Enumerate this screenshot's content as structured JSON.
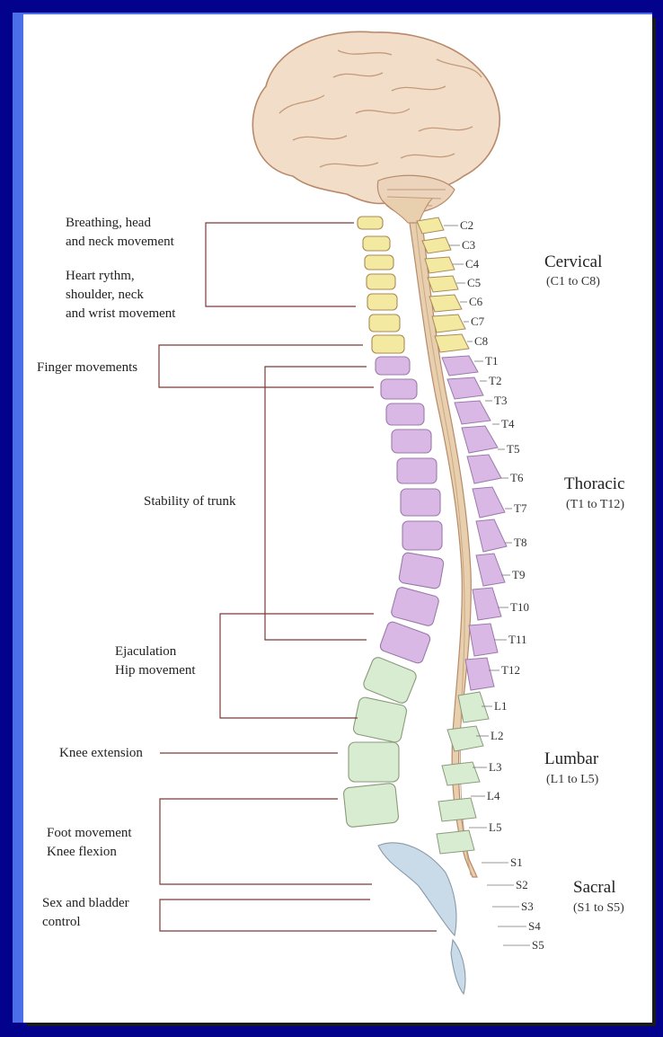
{
  "functions": {
    "breathing_1": "Breathing, head",
    "breathing_2": "and neck movement",
    "heart_1": "Heart rythm,",
    "heart_2": "shoulder, neck",
    "heart_3": "and wrist movement",
    "finger": "Finger movements",
    "stability": "Stability of trunk",
    "ejac_1": "Ejaculation",
    "ejac_2": "Hip movement",
    "knee_ext": "Knee extension",
    "foot_1": "Foot movement",
    "foot_2": "Knee flexion",
    "sex_1": "Sex and bladder",
    "sex_2": "control"
  },
  "regions": {
    "cervical": {
      "name": "Cervical",
      "range": "(C1 to C8)"
    },
    "thoracic": {
      "name": "Thoracic",
      "range": "(T1 to T12)"
    },
    "lumbar": {
      "name": "Lumbar",
      "range": "(L1 to L5)"
    },
    "sacral": {
      "name": "Sacral",
      "range": "(S1 to S5)"
    }
  },
  "vertebrae": [
    "C2",
    "C3",
    "C4",
    "C5",
    "C6",
    "C7",
    "C8",
    "T1",
    "T2",
    "T3",
    "T4",
    "T5",
    "T6",
    "T7",
    "T8",
    "T9",
    "T10",
    "T11",
    "T12",
    "L1",
    "L2",
    "L3",
    "L4",
    "L5",
    "S1",
    "S2",
    "S3",
    "S4",
    "S5"
  ],
  "colors": {
    "background": "#02028c",
    "frame": "#4a6fe8",
    "cervical": "#f3e9a0",
    "thoracic": "#d9b8e6",
    "lumbar": "#d7ecd0",
    "sacral": "#c9dbe8",
    "brain": "#f2ddc8",
    "cord": "#e8cfae"
  }
}
